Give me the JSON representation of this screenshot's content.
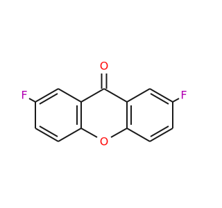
{
  "molecule": {
    "atoms": {
      "carbonyl_oxygen": {
        "symbol": "O",
        "color": "#ff0d0d"
      },
      "ring_oxygen": {
        "symbol": "O",
        "color": "#ff0d0d"
      },
      "fluorine_left": {
        "symbol": "F",
        "color": "#b300b3"
      },
      "fluorine_right": {
        "symbol": "F",
        "color": "#b300b3"
      }
    },
    "bond_color": "#1a1a1a"
  }
}
